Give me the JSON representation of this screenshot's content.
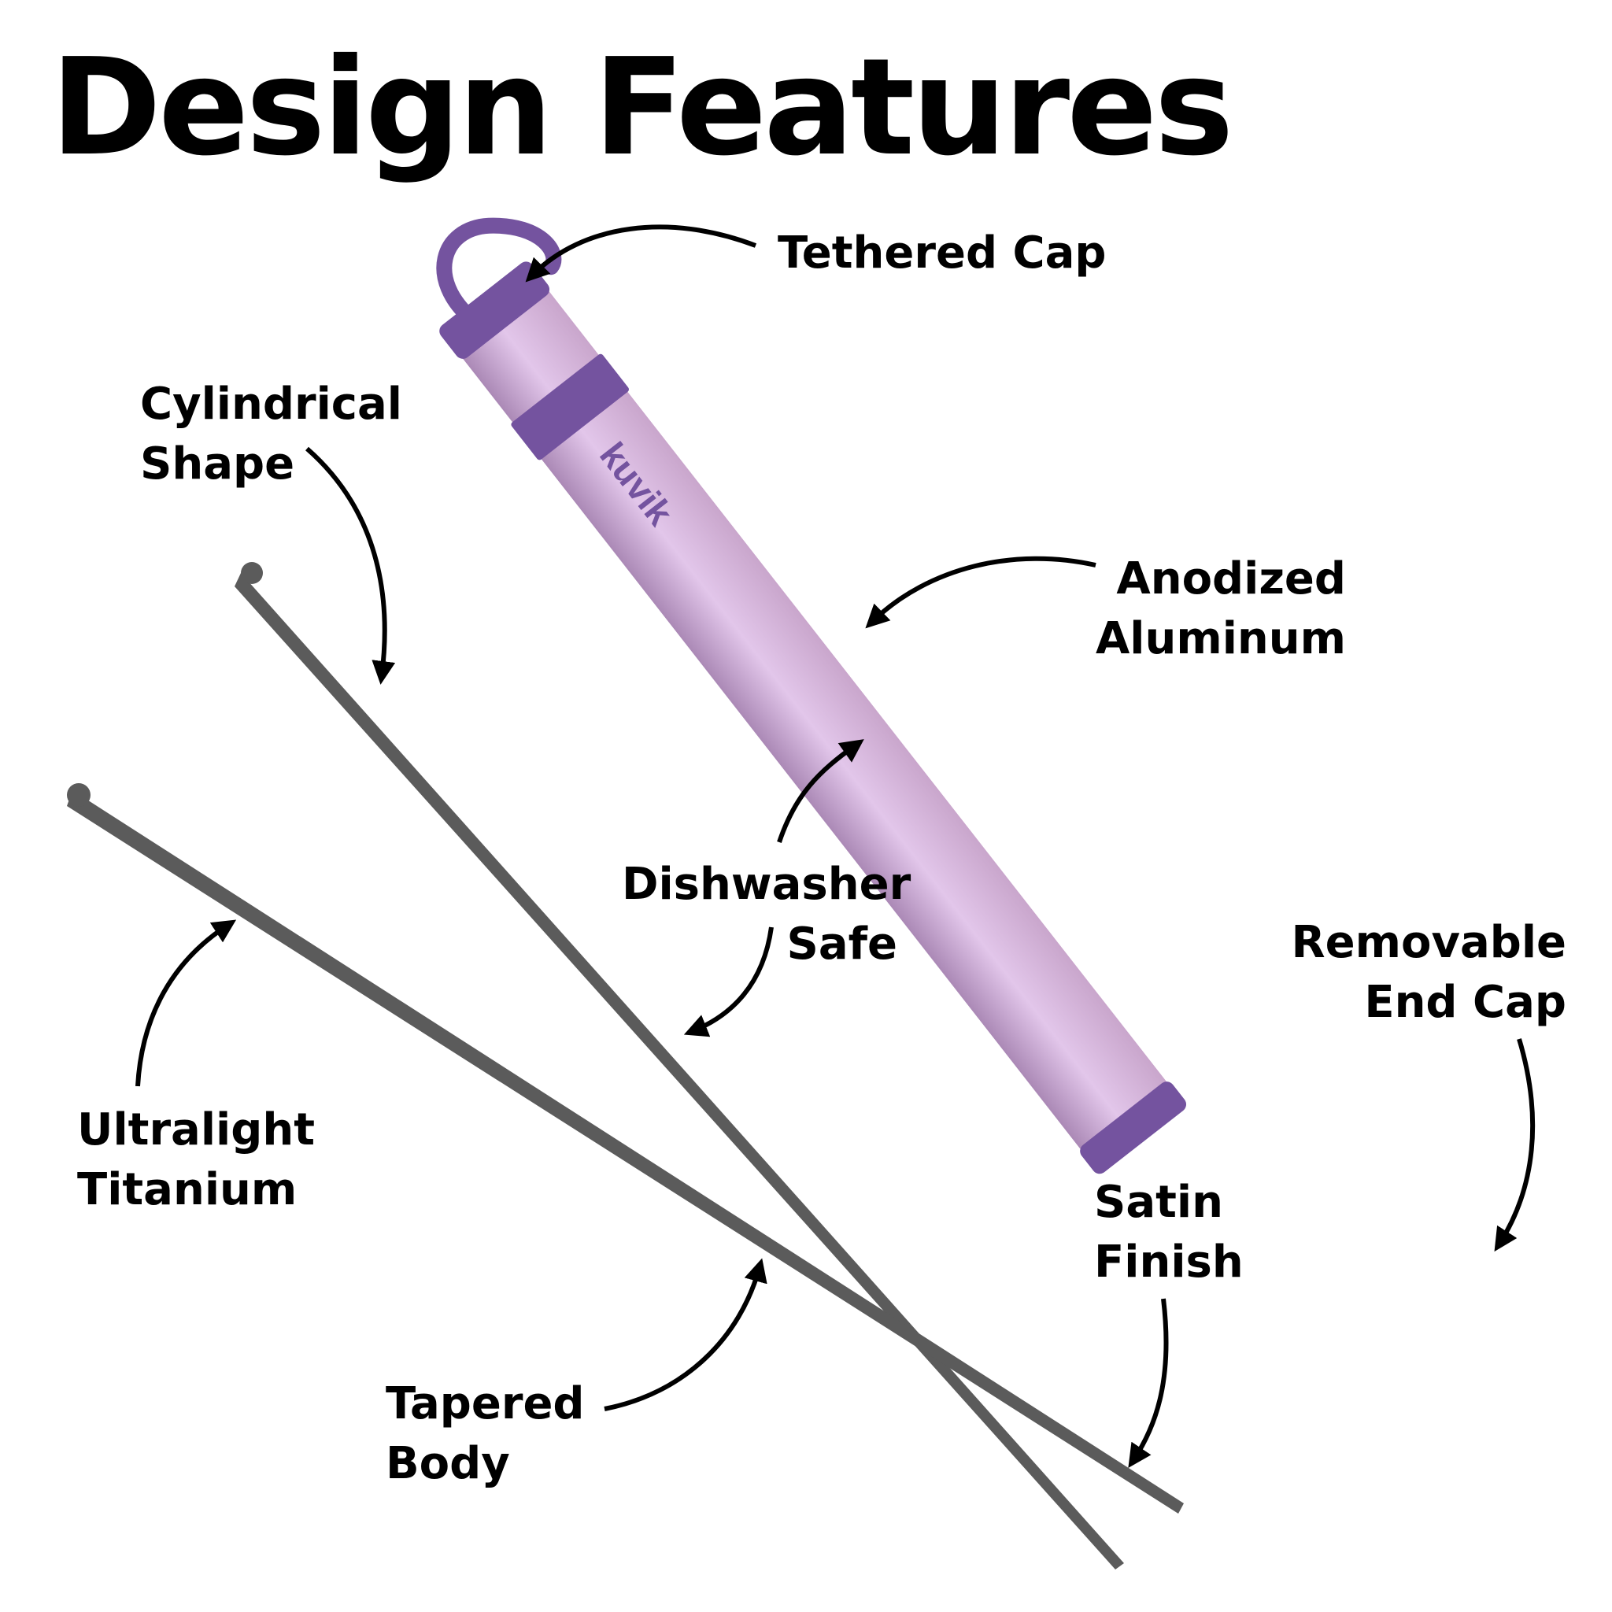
{
  "title": "Design Features",
  "brand_text": "kuvik",
  "colors": {
    "case_light": "#e2c6ea",
    "case_mid": "#c9a6cc",
    "case_dark": "#ab89b6",
    "band": "#74539f",
    "stick": "#5b5b5b",
    "arrow": "#000000"
  },
  "labels": {
    "tethered_cap": "Tethered Cap",
    "cylindrical": [
      "Cylindrical",
      "Shape"
    ],
    "anodized": [
      "Anodized",
      "Aluminum"
    ],
    "dishwasher": [
      "Dishwasher",
      "Safe"
    ],
    "removable": [
      "Removable",
      "End Cap"
    ],
    "ultralight": [
      "Ultralight",
      "Titanium"
    ],
    "satin": [
      "Satin",
      "Finish"
    ],
    "tapered": [
      "Tapered",
      "Body"
    ]
  }
}
